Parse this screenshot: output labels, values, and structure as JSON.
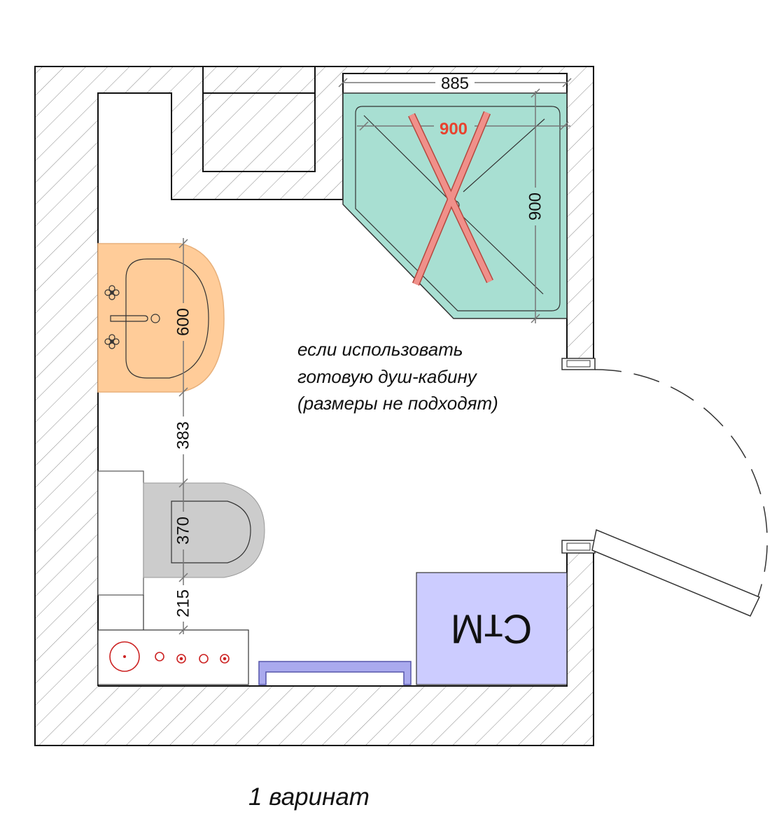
{
  "dimensions": {
    "shower_width": "885",
    "cabin_size_rejected": "900",
    "shower_depth": "900",
    "sink_width": "600",
    "sink_to_toilet": "383",
    "toilet_width": "370",
    "toilet_to_counter": "215"
  },
  "labels": {
    "washing_machine": "СтМ"
  },
  "note": {
    "line1": "если использовать",
    "line2": "готовую душ-кабину",
    "line3": "(размеры не подходят)"
  },
  "caption": "1 варинат",
  "colors": {
    "sink": "#FFCC99",
    "toilet": "#CCCCCC",
    "shower_tray": "#A8DFD2",
    "washing_machine": "#CCCCFF",
    "bench": "#AAAAEE",
    "cross_out": "#F0908A",
    "red_dimension": "#E8422E",
    "counter_fixtures": "#CC2222"
  }
}
